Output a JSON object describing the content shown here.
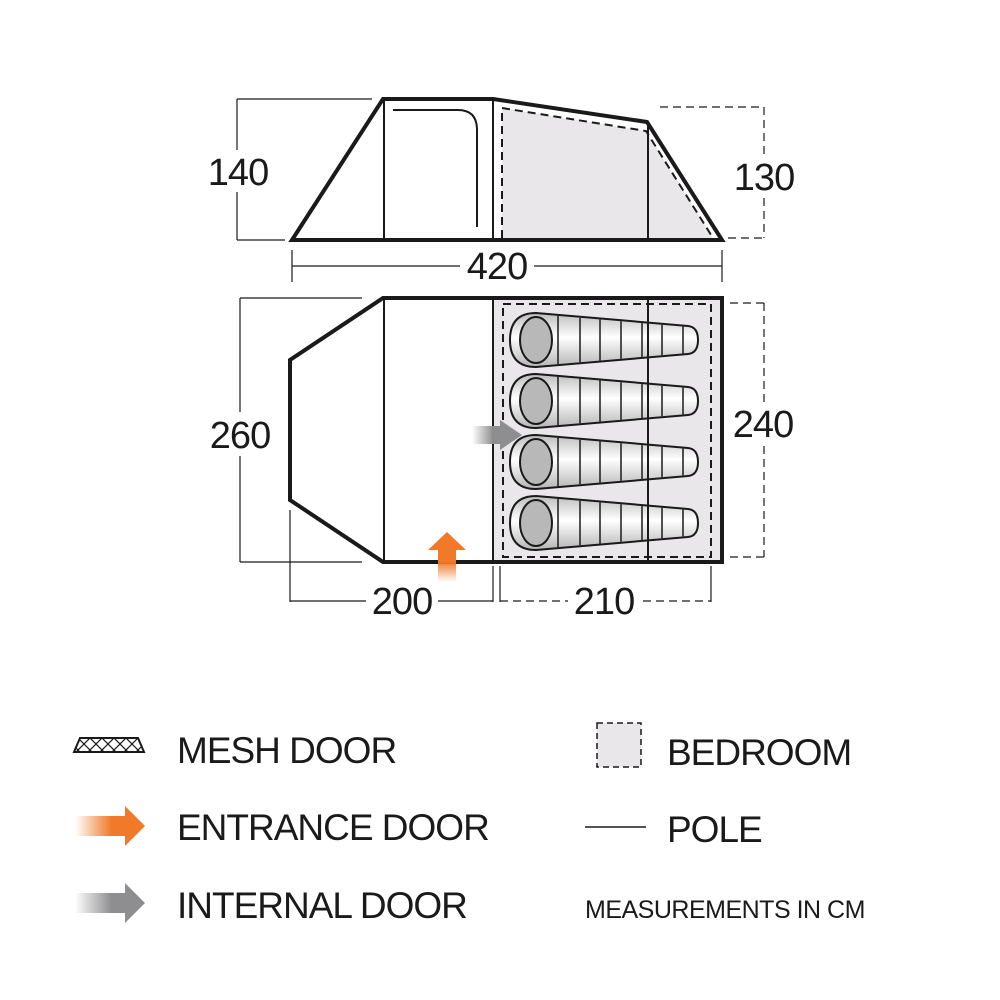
{
  "dimensions": {
    "side_left_height": "140",
    "side_right_height": "130",
    "total_length": "420",
    "floor_width": "260",
    "bedroom_width": "240",
    "living_length": "200",
    "bedroom_length": "210"
  },
  "legend": {
    "mesh_door": "MESH DOOR",
    "entrance_door": "ENTRANCE DOOR",
    "internal_door": "INTERNAL DOOR",
    "bedroom": "BEDROOM",
    "pole": "POLE",
    "units_note": "MEASUREMENTS IN CM"
  },
  "colors": {
    "outline": "#1a1a1a",
    "bedroom_fill": "#e9e7e9",
    "entrance_arrow": "#f07a2a",
    "internal_arrow": "#8e8e90"
  },
  "sleeping_bags": 4
}
